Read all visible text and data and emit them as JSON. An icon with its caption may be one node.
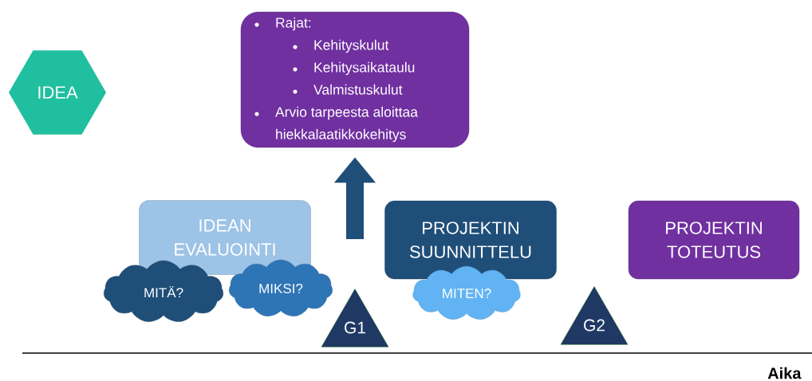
{
  "diagram": {
    "nodes": [
      {
        "text": [
          "IDEA"
        ]
      },
      {
        "text": [
          "Rajat:",
          "Kehityskulut",
          "Kehitysaikataulu",
          "Valmistuskulut",
          "Arvio tarpeesta aloittaa hiekkalaatikkokehitys"
        ]
      },
      {
        "text": [
          "IDEAN EVALUOINTI"
        ]
      },
      {
        "text": [
          "MITÄ?"
        ]
      },
      {
        "text": [
          "MIKSI?"
        ]
      },
      {
        "text": [
          "G1"
        ]
      },
      {
        "text": [
          "PROJEKTIN SUUNNITTELU"
        ]
      },
      {
        "text": [
          "MITEN?"
        ]
      },
      {
        "text": [
          "G2"
        ]
      },
      {
        "text": [
          "PROJEKTIN TOTEUTUS"
        ]
      }
    ],
    "edges": [
      {
        "from": null,
        "to": 1,
        "arrow": "to"
      }
    ],
    "labels": [
      "Aika"
    ]
  }
}
